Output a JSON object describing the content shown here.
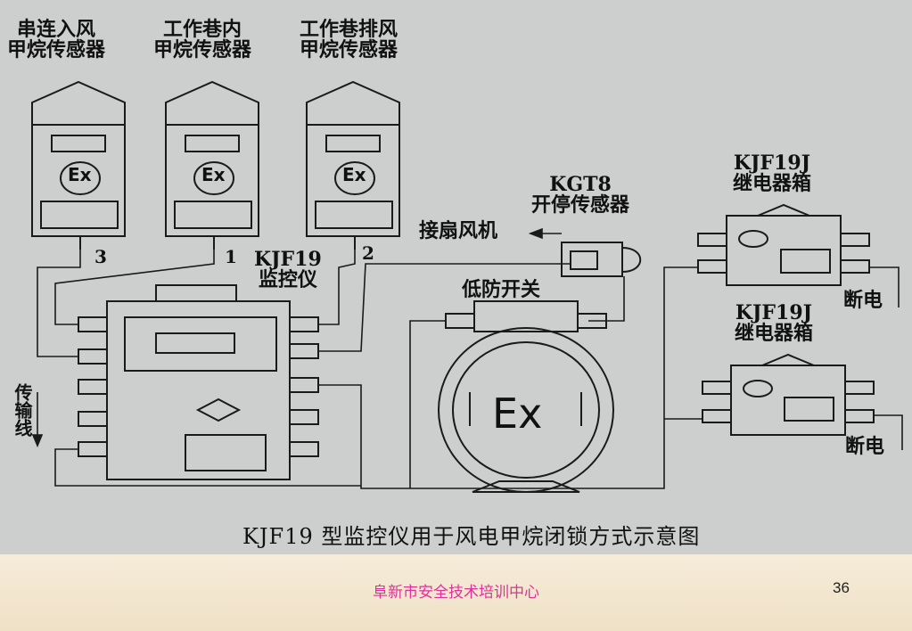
{
  "diagram": {
    "sensors": [
      {
        "line1": "串连入风",
        "line2": "甲烷传感器",
        "port": "3"
      },
      {
        "line1": "工作巷内",
        "line2": "甲烷传感器",
        "port": "1"
      },
      {
        "line1": "工作巷排风",
        "line2": "甲烷传感器",
        "port": "2"
      }
    ],
    "sensor_badge": "Ex",
    "monitor": {
      "line1": "KJF19",
      "line2": "监控仪"
    },
    "start_stop": {
      "line1": "KGT8",
      "line2": "开停传感器"
    },
    "fan_label": "接扇风机",
    "switch_label": "低防开关",
    "switch_badge": "Ex",
    "relay_boxes": [
      {
        "line1": "KJF19J",
        "line2": "继电器箱",
        "cut": "断电"
      },
      {
        "line1": "KJF19J",
        "line2": "继电器箱",
        "cut": "断电"
      }
    ],
    "transmission_label": "传输线",
    "caption": "KJF19 型监控仪用于风电甲烷闭锁方式示意图"
  },
  "footer": {
    "center_text": "阜新市安全技术培训中心",
    "page_number": "36"
  }
}
